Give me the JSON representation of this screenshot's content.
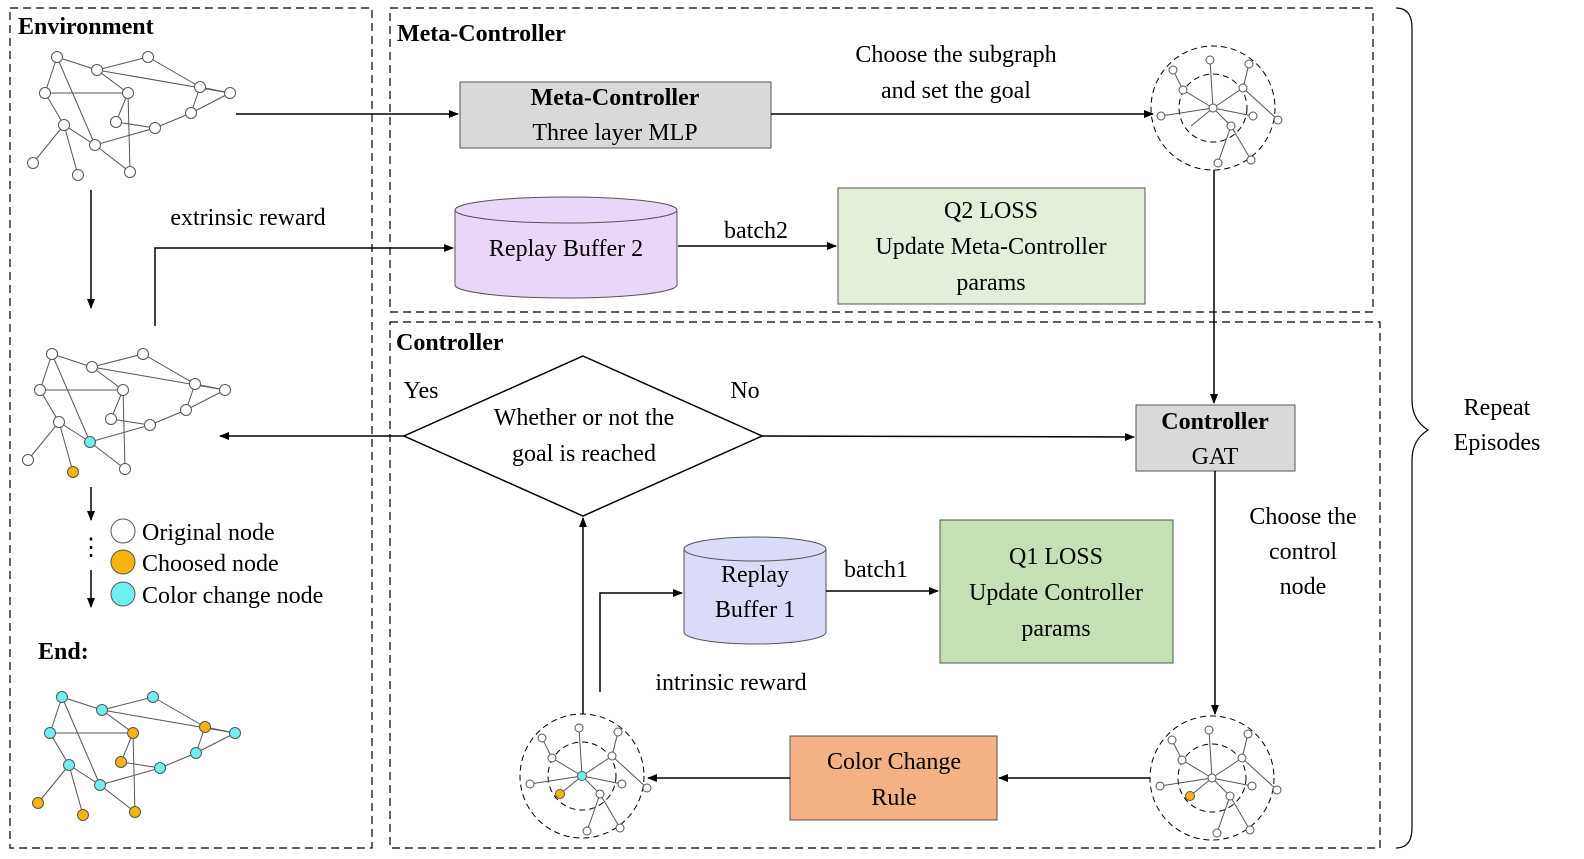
{
  "panels": {
    "environment_label": "Environment",
    "meta_controller_label": "Meta-Controller",
    "controller_label": "Controller",
    "repeat_label_line1": "Repeat",
    "repeat_label_line2": "Episodes"
  },
  "boxes": {
    "meta_mlp_title": "Meta-Controller",
    "meta_mlp_sub": "Three layer MLP",
    "replay2": "Replay Buffer 2",
    "q2_line1": "Q2 LOSS",
    "q2_line2": "Update Meta-Controller",
    "q2_line3": "params",
    "controller_gat_title": "Controller",
    "controller_gat_sub": "GAT",
    "replay1_line1": "Replay",
    "replay1_line2": "Buffer 1",
    "q1_line1": "Q1 LOSS",
    "q1_line2": "Update Controller",
    "q1_line3": "params",
    "color_rule_line1": "Color Change",
    "color_rule_line2": "Rule",
    "decision_line1": "Whether or not the",
    "decision_line2": "goal is reached"
  },
  "labels": {
    "choose_subgraph_line1": "Choose the subgraph",
    "choose_subgraph_line2": "and set the goal",
    "extrinsic_reward": "extrinsic reward",
    "batch2": "batch2",
    "batch1": "batch1",
    "yes": "Yes",
    "no": "No",
    "choose_control_line1": "Choose the",
    "choose_control_line2": "control",
    "choose_control_line3": "node",
    "intrinsic_reward": "intrinsic reward",
    "end": "End",
    "end_colon": ":",
    "vdots": "⋮"
  },
  "legend": [
    {
      "label": "Original node",
      "color": "#ffffff"
    },
    {
      "label": "Choosed node",
      "color": "#f7b40d"
    },
    {
      "label": "Color change node",
      "color": "#6ff0f0"
    }
  ],
  "colors": {
    "gray_box": "#d9d9d9",
    "replay2_fill": "#ead7f7",
    "q2_fill": "#e2efd9",
    "replay1_fill": "#d9dbf7",
    "q1_fill": "#c5e0b3",
    "color_rule_fill": "#f4b183",
    "choosed_node": "#f7b40d",
    "color_change_node": "#6ff0f0"
  }
}
